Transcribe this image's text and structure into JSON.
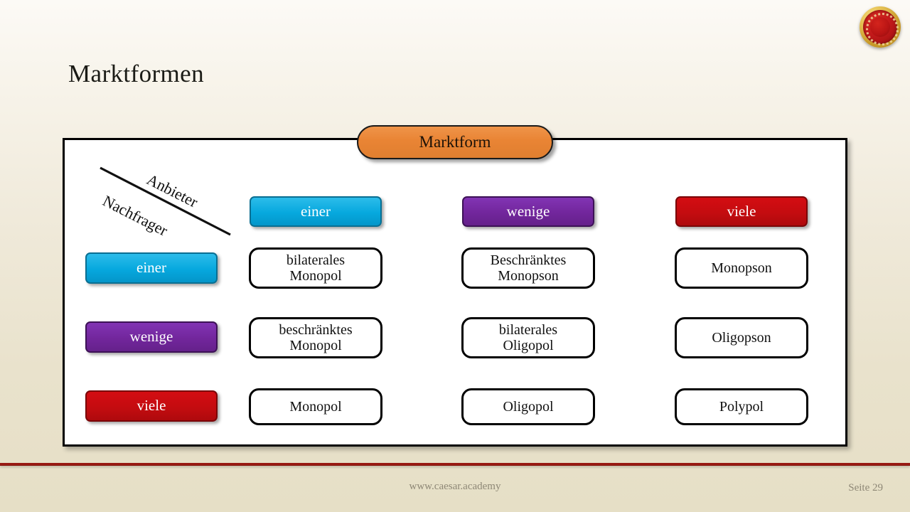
{
  "slide": {
    "title": "Marktformen",
    "header_pill": "Marktform",
    "axis": {
      "supply_label": "Anbieter",
      "demand_label": "Nachfrager"
    }
  },
  "matrix": {
    "column_headers": [
      {
        "label": "einer",
        "color": "#06a8de"
      },
      {
        "label": "wenige",
        "color": "#72269c"
      },
      {
        "label": "viele",
        "color": "#c40c10"
      }
    ],
    "row_headers": [
      {
        "label": "einer",
        "color": "#06a8de"
      },
      {
        "label": "wenige",
        "color": "#72269c"
      },
      {
        "label": "viele",
        "color": "#c40c10"
      }
    ],
    "rows": [
      {
        "cells": [
          {
            "line1": "bilaterales",
            "line2": "Monopol"
          },
          {
            "line1": "Beschränktes",
            "line2": "Monopson"
          },
          {
            "line1": "Monopson",
            "line2": ""
          }
        ]
      },
      {
        "cells": [
          {
            "line1": "beschränktes",
            "line2": "Monopol"
          },
          {
            "line1": "bilaterales",
            "line2": "Oligopol"
          },
          {
            "line1": "Oligopson",
            "line2": ""
          }
        ]
      },
      {
        "cells": [
          {
            "line1": "Monopol",
            "line2": ""
          },
          {
            "line1": "Oligopol",
            "line2": ""
          },
          {
            "line1": "Polypol",
            "line2": ""
          }
        ]
      }
    ]
  },
  "footer": {
    "url": "www.caesar.academy",
    "page": "Seite 29",
    "rule_color": "#8e1410"
  },
  "logo": {
    "name": "caesar-academy-seal",
    "ring_color": "#c99b2a",
    "body_color": "#c2191a"
  }
}
